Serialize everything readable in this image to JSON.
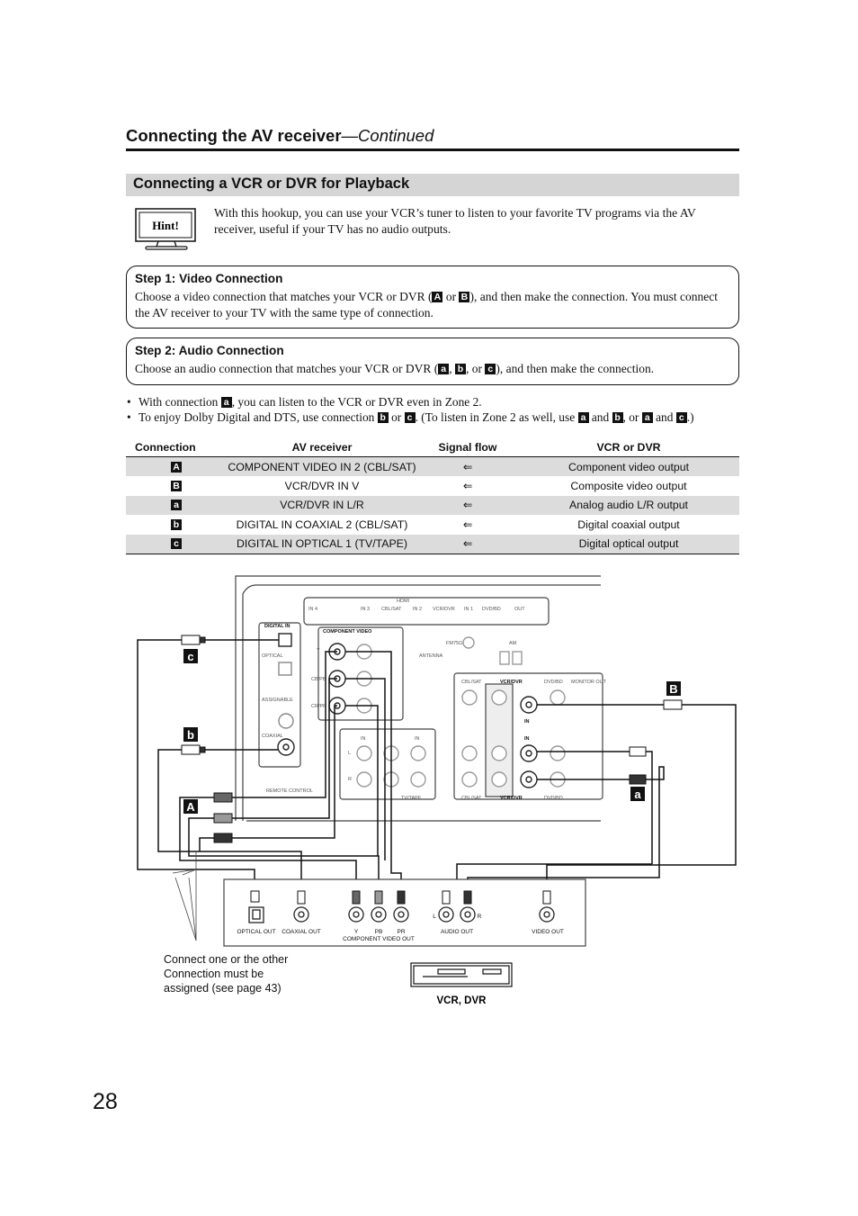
{
  "header": {
    "title": "Connecting the AV receiver",
    "continued": "—Continued"
  },
  "section": {
    "title": "Connecting a VCR or DVR for Playback"
  },
  "hint": {
    "label": "Hint!",
    "text": "With this hookup, you can use your VCR’s tuner to listen to your favorite TV programs via the AV receiver, useful if your TV has no audio outputs."
  },
  "step1": {
    "title": "Step 1: Video Connection",
    "p1": "Choose a video connection that matches your VCR or DVR (",
    "tag1": "A",
    "or": " or ",
    "tag2": "B",
    "p2": "), and then make the connection. You must connect the AV receiver to your TV with the same type of connection."
  },
  "step2": {
    "title": "Step 2: Audio Connection",
    "p1": "Choose an audio connection that matches your VCR or DVR (",
    "tag1": "a",
    "comma": ", ",
    "tag2": "b",
    "or": ", or ",
    "tag3": "c",
    "p2": "), and then make the connection."
  },
  "bullets": {
    "b1": {
      "p1": "With connection ",
      "tag": "a",
      "p2": ", you can listen to the VCR or DVR even in Zone 2."
    },
    "b2": {
      "p1": "To enjoy Dolby Digital and DTS, use connection ",
      "t1": "b",
      "or1": " or ",
      "t2": "c",
      "p2": ". (To listen in Zone 2 as well, use ",
      "t3": "a",
      "and1": " and ",
      "t4": "b",
      "or2": ", or ",
      "t5": "a",
      "and2": " and ",
      "t6": "c",
      "p3": ".)"
    }
  },
  "table": {
    "headers": [
      "Connection",
      "AV receiver",
      "Signal flow",
      "VCR or DVR"
    ],
    "rows": [
      {
        "tag": "A",
        "receiver": "COMPONENT VIDEO IN 2 (CBL/SAT)",
        "flow": "⇐",
        "device": "Component video output"
      },
      {
        "tag": "B",
        "receiver": "VCR/DVR IN V",
        "flow": "⇐",
        "device": "Composite video output"
      },
      {
        "tag": "a",
        "receiver": "VCR/DVR IN L/R",
        "flow": "⇐",
        "device": "Analog audio L/R output"
      },
      {
        "tag": "b",
        "receiver": "DIGITAL IN COAXIAL 2 (CBL/SAT)",
        "flow": "⇐",
        "device": "Digital coaxial output"
      },
      {
        "tag": "c",
        "receiver": "DIGITAL IN OPTICAL 1 (TV/TAPE)",
        "flow": "⇐",
        "device": "Digital optical output"
      }
    ]
  },
  "diagram": {
    "tags": {
      "c": "c",
      "b": "b",
      "A": "A",
      "B": "B",
      "a": "a"
    },
    "receiver": {
      "hdmi": "HDMI",
      "in4": "IN 4",
      "in3": "IN 3",
      "in2": "IN 2",
      "in1": "IN 1",
      "out": "OUT",
      "cblsat": "CBL/SAT",
      "vcrdvr": "VCR/DVR",
      "dvdbd": "DVD/BD",
      "digital_in": "DIGITAL IN",
      "optical": "OPTICAL",
      "coaxial": "COAXIAL",
      "assignable": "ASSIGNABLE",
      "component_video": "COMPONENT VIDEO",
      "y": "Y",
      "pb": "CB/PB",
      "pr": "CR/PR",
      "fm": "FM75Ω",
      "am": "AM",
      "antenna": "ANTENNA",
      "in": "IN",
      "monitor": "MONITOR OUT",
      "l": "L",
      "r": "R",
      "tvtape": "TV/TAPE",
      "remote": "REMOTE CONTROL"
    },
    "vcr_panel": {
      "optical_out": "OPTICAL OUT",
      "coaxial_out": "COAXIAL OUT",
      "y": "Y",
      "pb": "PB",
      "pr": "PR",
      "component_video_out": "COMPONENT VIDEO OUT",
      "l": "L",
      "r": "R",
      "audio_out": "AUDIO OUT",
      "video_out": "VIDEO OUT"
    },
    "device_label": "VCR, DVR",
    "caption": "Connect one or the other Connection must be assigned (see page 43)"
  },
  "page_number": "28"
}
